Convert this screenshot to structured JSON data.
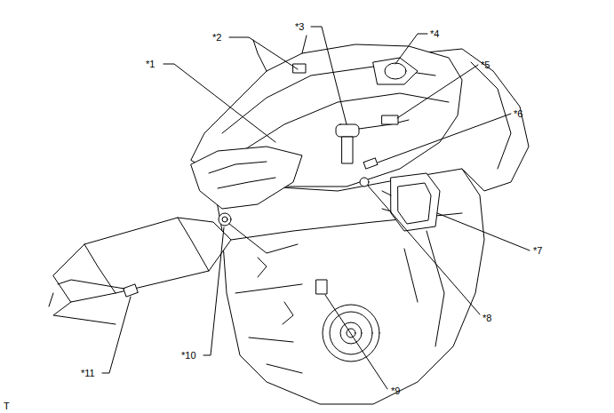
{
  "diagram": {
    "labels": [
      "*1",
      "*2",
      "*3",
      "*4",
      "*5",
      "*6",
      "*7",
      "*8",
      "*9",
      "*10",
      "*11",
      "T"
    ]
  }
}
